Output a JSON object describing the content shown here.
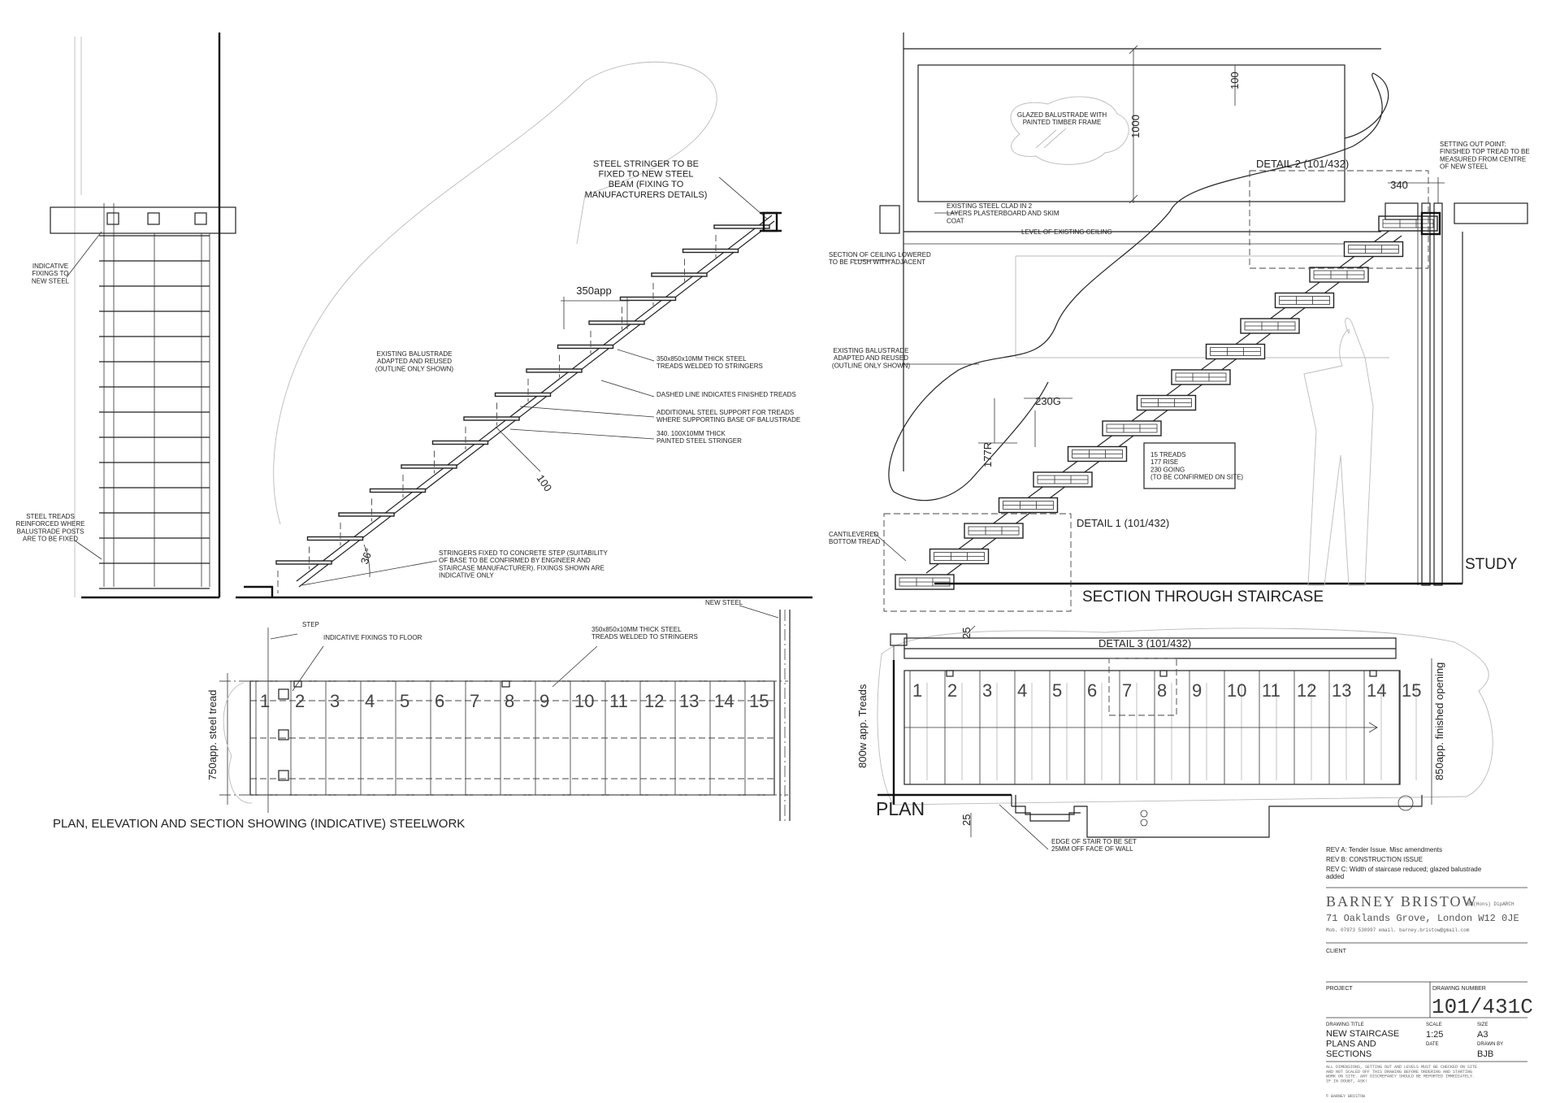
{
  "left_view": {
    "indicative_fixings": "INDICATIVE\nFIXINGS TO\nNEW STEEL",
    "steel_treads": "STEEL TREADS\nREINFORCED WHERE\nBALUSTRADE POSTS\nARE TO BE FIXED"
  },
  "elevation": {
    "stringer_to_beam": "STEEL STRINGER TO BE\nFIXED TO NEW STEEL\nBEAM (FIXING TO\nMANUFACTURERS DETAILS)",
    "dim_350": "350app",
    "balustrade": "EXISTING BALUSTRADE\nADAPTED AND REUSED\n(OUTLINE ONLY SHOWN)",
    "treads_welded": "350x850x10MM THICK STEEL\nTREADS WELDED TO STRINGERS",
    "dashed_line": "DASHED LINE INDICATES FINISHED TREADS",
    "additional_support": "ADDITIONAL STEEL SUPPORT  FOR TREADS\nWHERE SUPPORTING BASE OF BALUSTRADE",
    "stringer": "340. 100X10MM THICK\nPAINTED STEEL STRINGER",
    "dim_100": "100",
    "angle": "36°",
    "stringers_fixed": "STRINGERS FIXED TO CONCRETE STEP (SUITABILITY\nOF BASE TO BE CONFIRMED BY ENGINEER AND\nSTAIRCASE MANUFACTURER). FIXINGS SHOWN ARE\nINDICATIVE ONLY"
  },
  "plan_left": {
    "step": "STEP",
    "indicative_floor": "INDICATIVE FIXINGS TO FLOOR",
    "treads": "350x850x10MM THICK STEEL\nTREADS WELDED TO STRINGERS",
    "new_steel": "NEW STEEL",
    "width_label": "750app. steel tread",
    "numbers": [
      "1",
      "2",
      "3",
      "4",
      "5",
      "6",
      "7",
      "8",
      "9",
      "10",
      "11",
      "12",
      "13",
      "14",
      "15"
    ],
    "caption": "PLAN, ELEVATION AND SECTION SHOWING (INDICATIVE) STEELWORK"
  },
  "section": {
    "dim_100": "100",
    "dim_1000": "1000",
    "glazed": "GLAZED BALUSTRADE WITH\nPAINTED TIMBER FRAME",
    "setting_out": "SETTING OUT POINT:\nFINISHED TOP TREAD TO BE\nMEASURED FROM CENTRE\nOF NEW STEEL",
    "detail2": "DETAIL 2 (101/432)",
    "dim_340": "340",
    "steel_clad": "EXISTING STEEL CLAD IN 2\nLAYERS PLASTERBOARD AND SKIM\nCOAT",
    "ceiling_level": "LEVEL OF EXISTING CEILING",
    "ceiling_lowered": "SECTION OF CEILING LOWERED\nTO BE FLUSH WITH ADJACENT",
    "balustrade": "EXISTING BALUSTRADE\nADAPTED AND REUSED\n(OUTLINE ONLY SHOWN)",
    "dim_230g": "230G",
    "dim_177r": "177R",
    "treads_note": "15 TREADS\n177 RISE\n230 GOING\n(TO BE CONFIRMED ON SITE)",
    "detail1": "DETAIL 1 (101/432)",
    "cantilevered": "CANTILEVERED\nBOTTOM TREAD",
    "study": "STUDY",
    "title": "SECTION THROUGH STAIRCASE"
  },
  "plan_right": {
    "dim_25_top": "25",
    "detail3": "DETAIL 3 (101/432)",
    "numbers": [
      "1",
      "2",
      "3",
      "4",
      "5",
      "6",
      "7",
      "8",
      "9",
      "10",
      "11",
      "12",
      "13",
      "14",
      "15"
    ],
    "width_label": "800w app. Treads",
    "opening_label": "850app. finished opening",
    "title": "PLAN",
    "dim_25_bottom": "25",
    "edge_note": "EDGE OF STAIR TO BE SET\n25MM OFF FACE OF WALL"
  },
  "title_block": {
    "rev_a": "REV A:  Tender Issue. Misc amendments",
    "rev_b": "REV B:  CONSTRUCTION ISSUE",
    "rev_c": "REV C:  Width of staircase reduced; glazed balustrade\nadded",
    "architect": "BARNEY BRISTOW",
    "quals": "BA(Hons) DipARCH",
    "address": "71 Oaklands Grove, London W12 0JE",
    "contact": "Mob. 07973 530997  email. barney.bristow@gmail.com",
    "client_label": "CLIENT",
    "project_label": "PROJECT",
    "drawing_number_label": "DRAWING NUMBER",
    "drawing_number": "101/431C",
    "drawing_title_label": "DRAWING TITLE",
    "drawing_title": "NEW STAIRCASE\nPLANS AND\nSECTIONS",
    "scale_label": "SCALE",
    "scale": "1:25",
    "size_label": "SIZE",
    "size": "A3",
    "date_label": "DATE",
    "drawn_by_label": "DRAWN BY",
    "drawn_by": "BJB",
    "disclaimer": "ALL DIMENSIONS, SETTING OUT AND LEVELS MUST BE CHECKED ON SITE\nAND NOT SCALED OFF THIS DRAWING BEFORE ORDERING AND STARTING\nWORK ON SITE. ANY DISCREPANCY SHOULD BE REPORTED IMMEDIATELY.\nIF IN DOUBT, ASK!",
    "copyright": "© BARNEY BRISTOW"
  }
}
